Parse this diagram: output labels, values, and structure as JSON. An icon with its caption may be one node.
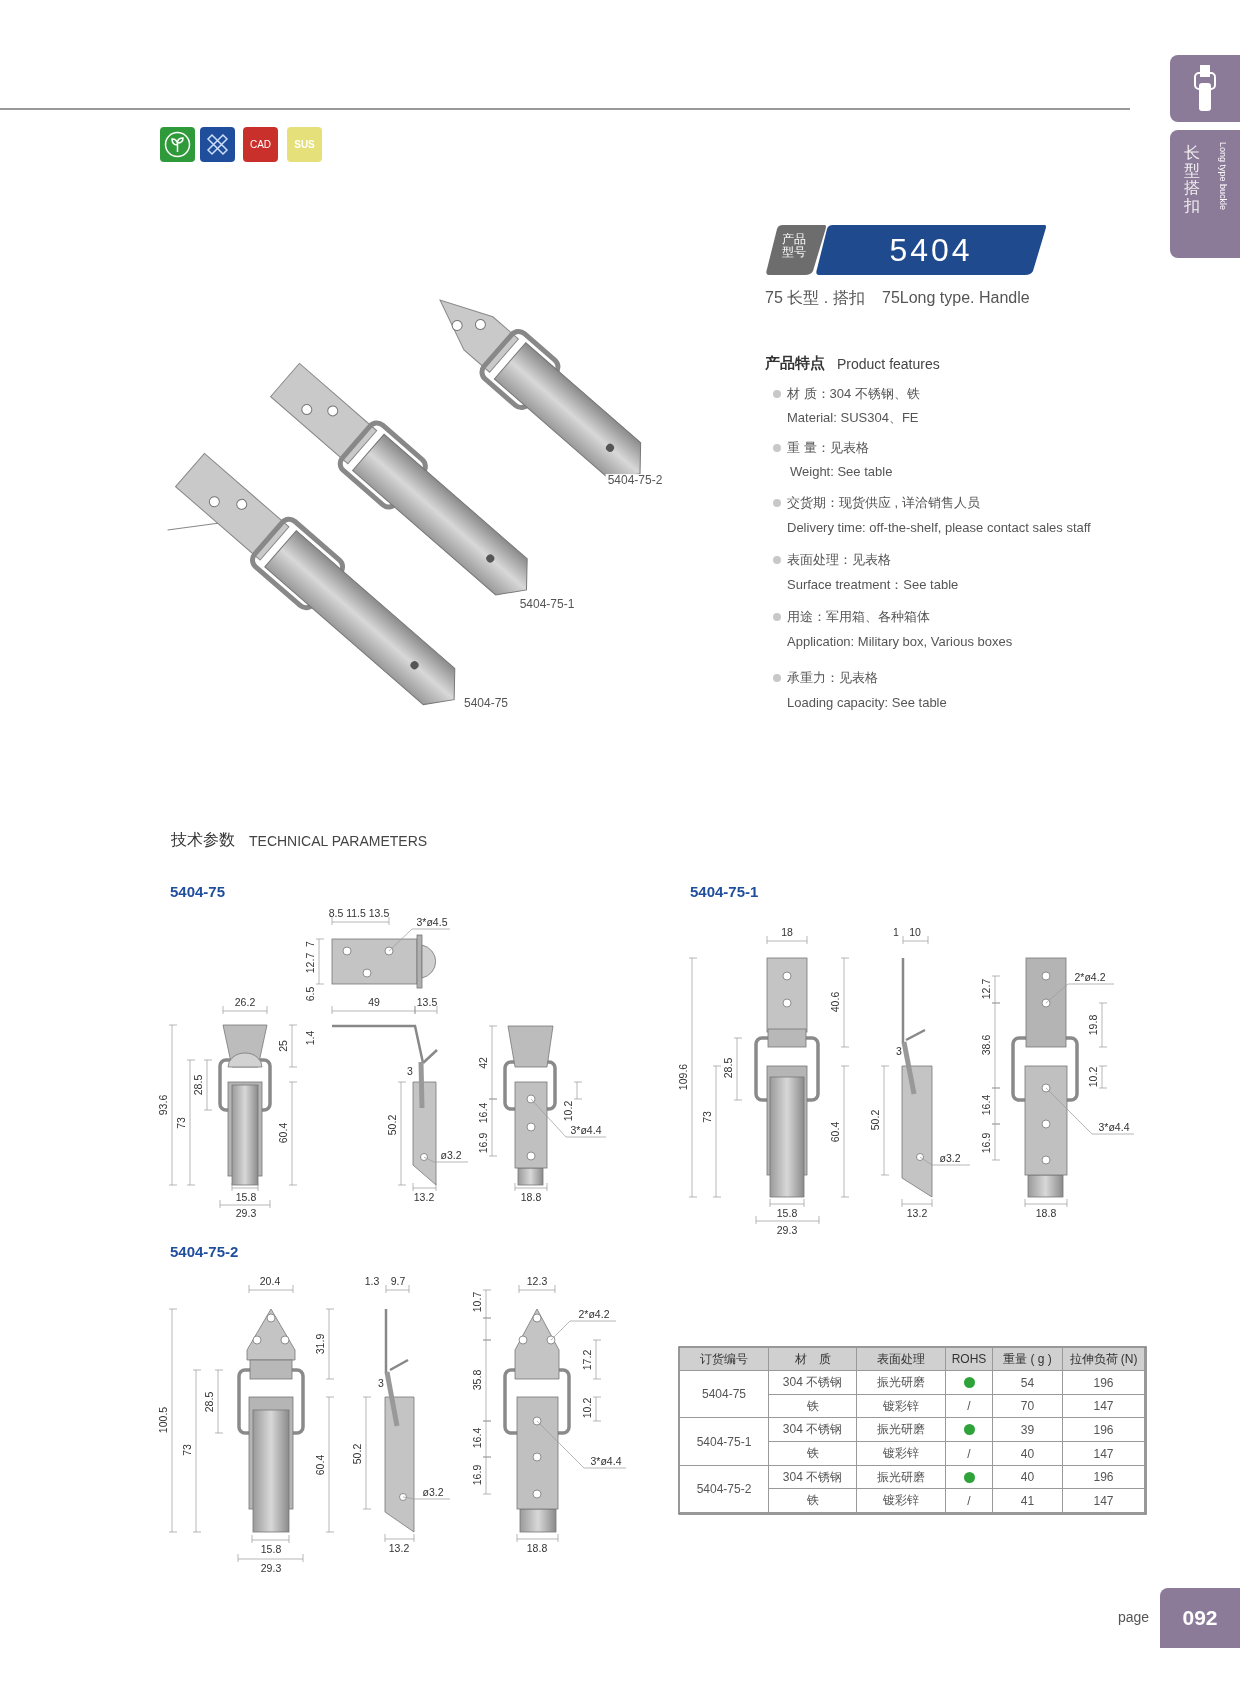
{
  "diagram": {
    "nodes": [
      {
        "text": [],
        "shape": "box"
      },
      {
        "text": [],
        "shape": "box"
      },
      {
        "text": [],
        "shape": "box"
      },
      {
        "text": [
          "CAD"
        ]
      },
      {
        "text": [
          "SUS"
        ]
      },
      {
        "text": [
          "长型搭扣",
          "Long type buckle"
        ]
      },
      {
        "text": [
          "产品型号"
        ]
      },
      {
        "text": [
          "5404"
        ]
      },
      {
        "text": [
          "092"
        ],
        "beside": [
          "page"
        ]
      }
    ],
    "labels": [
      "75 长型 . 搭扣",
      "75Long type. Handle",
      "产品特点",
      "Product features",
      "材 质：304 不锈钢、铁",
      "Material: SUS304、FE",
      "重 量：见表格",
      "Weight: See table",
      "交货期：现货供应 , 详洽销售人员",
      "Delivery time: off-the-shelf, please contact sales staff",
      "表面处理：见表格",
      "Surface treatment：See table",
      "用途：军用箱、各种箱体",
      "Application: Military box, Various boxes",
      "承重力：见表格",
      "Loading capacity: See table",
      "5404-75-2",
      "5404-75-1",
      "5404-75",
      "技术参数",
      "TECHNICAL PARAMETERS",
      "5404-75",
      "8.5",
      "11.5",
      "13.5",
      "3*ø4.5",
      "7",
      "12.7",
      "6.5",
      "26.2",
      "49",
      "13.5",
      "1.4",
      "25",
      "42",
      "3",
      "28.5",
      "93.6",
      "16.4",
      "10.2",
      "73",
      "60.4",
      "50.2",
      "3*ø4.4",
      "16.9",
      "ø3.2",
      "15.8",
      "13.2",
      "18.8",
      "29.3",
      "5404-75-1",
      "18",
      "1",
      "10",
      "2*ø4.2",
      "12.7",
      "40.6",
      "19.8",
      "38.6",
      "3",
      "109.6",
      "28.5",
      "10.2",
      "16.4",
      "73",
      "60.4",
      "50.2",
      "3*ø4.4",
      "16.9",
      "ø3.2",
      "15.8",
      "13.2",
      "18.8",
      "29.3",
      "5404-75-2",
      "20.4",
      "1.3",
      "9.7",
      "12.3",
      "10.7",
      "2*ø4.2",
      "31.9",
      "17.2",
      "3",
      "35.8",
      "100.5",
      "28.5",
      "10.2",
      "16.4",
      "73",
      "60.4",
      "50.2",
      "3*ø4.4",
      "16.9",
      "ø3.2",
      "15.8",
      "13.2",
      "18.8",
      "29.3",
      "订货编号",
      "材　质",
      "表面处理",
      "ROHS",
      "重量 ( g )",
      "拉伸负荷 (N)",
      "5404-75",
      "304 不锈钢",
      "振光研磨",
      "54",
      "196",
      "铁",
      "镀彩锌",
      "/",
      "70",
      "147",
      "5404-75-1",
      "304 不锈钢",
      "振光研磨",
      "39",
      "196",
      "铁",
      "镀彩锌",
      "/",
      "40",
      "147",
      "5404-75-2",
      "304 不锈钢",
      "振光研磨",
      "40",
      "196",
      "铁",
      "镀彩锌",
      "/",
      "41",
      "147"
    ]
  }
}
